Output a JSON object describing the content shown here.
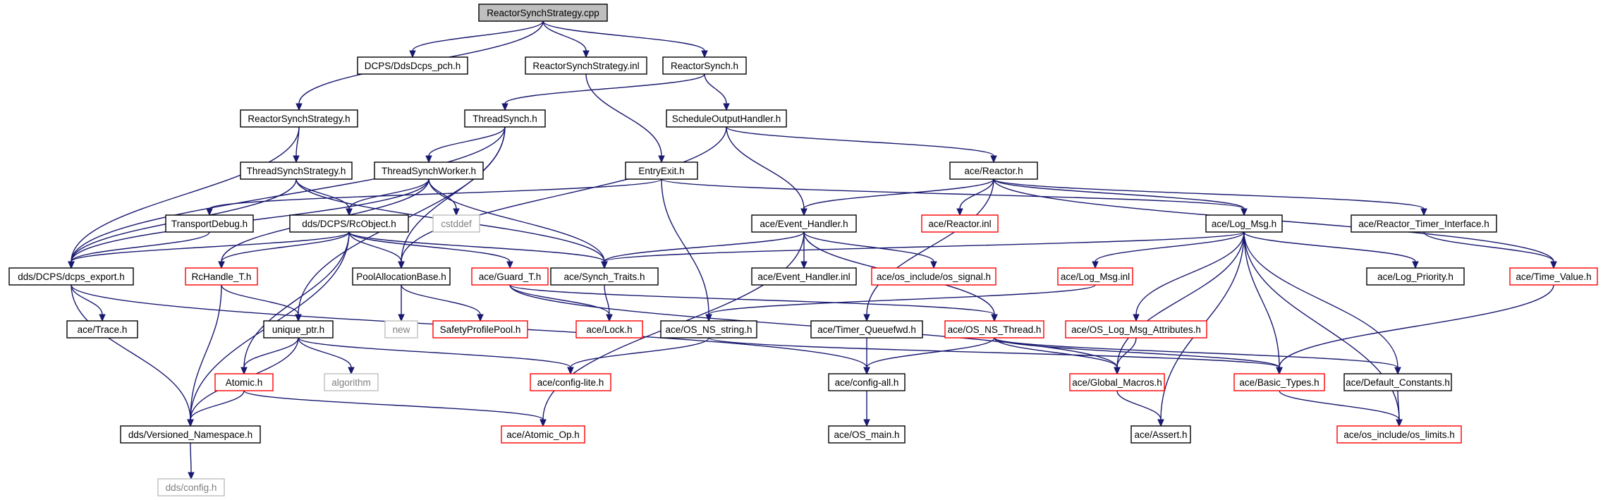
{
  "diagram": {
    "colors": {
      "edge": "#191970",
      "root_fill": "#bfbfbf",
      "default_border": "#000000",
      "truncated_border": "#ff0000",
      "external_border": "#bfbfbf",
      "external_text": "#808080"
    },
    "nodes": [
      {
        "id": "n0",
        "label": "ReactorSynchStrategy.cpp",
        "kind": "root"
      },
      {
        "id": "n1",
        "label": "DCPS/DdsDcps_pch.h",
        "kind": "default"
      },
      {
        "id": "n2",
        "label": "ReactorSynchStrategy.inl",
        "kind": "default"
      },
      {
        "id": "n3",
        "label": "ReactorSynch.h",
        "kind": "default"
      },
      {
        "id": "n4",
        "label": "ReactorSynchStrategy.h",
        "kind": "default"
      },
      {
        "id": "n5",
        "label": "ThreadSynch.h",
        "kind": "default"
      },
      {
        "id": "n6",
        "label": "ScheduleOutputHandler.h",
        "kind": "default"
      },
      {
        "id": "n7",
        "label": "ThreadSynchStrategy.h",
        "kind": "default"
      },
      {
        "id": "n8",
        "label": "ThreadSynchWorker.h",
        "kind": "default"
      },
      {
        "id": "n9",
        "label": "EntryExit.h",
        "kind": "default"
      },
      {
        "id": "n10",
        "label": "ace/Reactor.h",
        "kind": "default"
      },
      {
        "id": "n11",
        "label": "TransportDebug.h",
        "kind": "default"
      },
      {
        "id": "n12",
        "label": "dds/DCPS/RcObject.h",
        "kind": "default"
      },
      {
        "id": "n13",
        "label": "cstddef",
        "kind": "external"
      },
      {
        "id": "n14",
        "label": "ace/Event_Handler.h",
        "kind": "default"
      },
      {
        "id": "n15",
        "label": "ace/Reactor.inl",
        "kind": "truncated"
      },
      {
        "id": "n16",
        "label": "ace/Log_Msg.h",
        "kind": "default"
      },
      {
        "id": "n17",
        "label": "ace/Reactor_Timer_Interface.h",
        "kind": "default"
      },
      {
        "id": "n18",
        "label": "dds/DCPS/dcps_export.h",
        "kind": "default"
      },
      {
        "id": "n19",
        "label": "RcHandle_T.h",
        "kind": "truncated"
      },
      {
        "id": "n20",
        "label": "PoolAllocationBase.h",
        "kind": "default"
      },
      {
        "id": "n21",
        "label": "ace/Guard_T.h",
        "kind": "truncated"
      },
      {
        "id": "n22",
        "label": "ace/Synch_Traits.h",
        "kind": "default"
      },
      {
        "id": "n23",
        "label": "ace/Event_Handler.inl",
        "kind": "default"
      },
      {
        "id": "n24",
        "label": "ace/os_include/os_signal.h",
        "kind": "truncated"
      },
      {
        "id": "n25",
        "label": "ace/Log_Msg.inl",
        "kind": "truncated"
      },
      {
        "id": "n26",
        "label": "ace/Log_Priority.h",
        "kind": "default"
      },
      {
        "id": "n27",
        "label": "ace/Time_Value.h",
        "kind": "truncated"
      },
      {
        "id": "n28",
        "label": "ace/Trace.h",
        "kind": "default"
      },
      {
        "id": "n29",
        "label": "unique_ptr.h",
        "kind": "default"
      },
      {
        "id": "n30",
        "label": "new",
        "kind": "external"
      },
      {
        "id": "n31",
        "label": "SafetyProfilePool.h",
        "kind": "truncated"
      },
      {
        "id": "n32",
        "label": "ace/Lock.h",
        "kind": "truncated"
      },
      {
        "id": "n33",
        "label": "ace/OS_NS_string.h",
        "kind": "default"
      },
      {
        "id": "n34",
        "label": "ace/Timer_Queuefwd.h",
        "kind": "default"
      },
      {
        "id": "n35",
        "label": "ace/OS_NS_Thread.h",
        "kind": "truncated"
      },
      {
        "id": "n36",
        "label": "ace/OS_Log_Msg_Attributes.h",
        "kind": "truncated"
      },
      {
        "id": "n37",
        "label": "Atomic.h",
        "kind": "truncated"
      },
      {
        "id": "n38",
        "label": "algorithm",
        "kind": "external"
      },
      {
        "id": "n39",
        "label": "ace/config-lite.h",
        "kind": "truncated"
      },
      {
        "id": "n40",
        "label": "ace/config-all.h",
        "kind": "default"
      },
      {
        "id": "n41",
        "label": "ace/Global_Macros.h",
        "kind": "truncated"
      },
      {
        "id": "n42",
        "label": "ace/Basic_Types.h",
        "kind": "truncated"
      },
      {
        "id": "n43",
        "label": "ace/Default_Constants.h",
        "kind": "default"
      },
      {
        "id": "n44",
        "label": "dds/Versioned_Namespace.h",
        "kind": "default"
      },
      {
        "id": "n45",
        "label": "ace/Atomic_Op.h",
        "kind": "truncated"
      },
      {
        "id": "n46",
        "label": "ace/OS_main.h",
        "kind": "default"
      },
      {
        "id": "n47",
        "label": "ace/Assert.h",
        "kind": "default"
      },
      {
        "id": "n48",
        "label": "ace/os_include/os_limits.h",
        "kind": "truncated"
      },
      {
        "id": "n49",
        "label": "dds/config.h",
        "kind": "external"
      }
    ],
    "edges": [
      [
        "n0",
        "n1"
      ],
      [
        "n0",
        "n2"
      ],
      [
        "n0",
        "n3"
      ],
      [
        "n0",
        "n4"
      ],
      [
        "n3",
        "n5"
      ],
      [
        "n3",
        "n6"
      ],
      [
        "n2",
        "n9"
      ],
      [
        "n4",
        "n7"
      ],
      [
        "n4",
        "n18"
      ],
      [
        "n5",
        "n8"
      ],
      [
        "n5",
        "n18"
      ],
      [
        "n5",
        "n20"
      ],
      [
        "n5",
        "n29"
      ],
      [
        "n6",
        "n10"
      ],
      [
        "n6",
        "n14"
      ],
      [
        "n6",
        "n20"
      ],
      [
        "n7",
        "n12"
      ],
      [
        "n7",
        "n22"
      ],
      [
        "n7",
        "n18"
      ],
      [
        "n8",
        "n12"
      ],
      [
        "n8",
        "n13"
      ],
      [
        "n8",
        "n22"
      ],
      [
        "n8",
        "n19"
      ],
      [
        "n8",
        "n18"
      ],
      [
        "n9",
        "n11"
      ],
      [
        "n9",
        "n16"
      ],
      [
        "n9",
        "n33"
      ],
      [
        "n10",
        "n14"
      ],
      [
        "n10",
        "n15"
      ],
      [
        "n10",
        "n16"
      ],
      [
        "n10",
        "n17"
      ],
      [
        "n10",
        "n27"
      ],
      [
        "n10",
        "n34"
      ],
      [
        "n11",
        "n18"
      ],
      [
        "n12",
        "n18"
      ],
      [
        "n12",
        "n19"
      ],
      [
        "n12",
        "n20"
      ],
      [
        "n12",
        "n21"
      ],
      [
        "n12",
        "n22"
      ],
      [
        "n12",
        "n37"
      ],
      [
        "n12",
        "n44"
      ],
      [
        "n14",
        "n22"
      ],
      [
        "n14",
        "n23"
      ],
      [
        "n14",
        "n24"
      ],
      [
        "n14",
        "n35"
      ],
      [
        "n14",
        "n45"
      ],
      [
        "n16",
        "n22"
      ],
      [
        "n16",
        "n25"
      ],
      [
        "n16",
        "n26"
      ],
      [
        "n16",
        "n36"
      ],
      [
        "n16",
        "n41"
      ],
      [
        "n16",
        "n42"
      ],
      [
        "n16",
        "n43"
      ],
      [
        "n16",
        "n47"
      ],
      [
        "n16",
        "n48"
      ],
      [
        "n17",
        "n27"
      ],
      [
        "n18",
        "n28"
      ],
      [
        "n18",
        "n40"
      ],
      [
        "n18",
        "n44"
      ],
      [
        "n19",
        "n29"
      ],
      [
        "n19",
        "n44"
      ],
      [
        "n20",
        "n30"
      ],
      [
        "n20",
        "n31"
      ],
      [
        "n21",
        "n32"
      ],
      [
        "n21",
        "n35"
      ],
      [
        "n21",
        "n41"
      ],
      [
        "n22",
        "n32"
      ],
      [
        "n25",
        "n33"
      ],
      [
        "n27",
        "n42"
      ],
      [
        "n29",
        "n37"
      ],
      [
        "n29",
        "n38"
      ],
      [
        "n29",
        "n39"
      ],
      [
        "n29",
        "n44"
      ],
      [
        "n33",
        "n39"
      ],
      [
        "n33",
        "n42"
      ],
      [
        "n34",
        "n40"
      ],
      [
        "n35",
        "n40"
      ],
      [
        "n35",
        "n41"
      ],
      [
        "n35",
        "n42"
      ],
      [
        "n35",
        "n43"
      ],
      [
        "n36",
        "n41"
      ],
      [
        "n37",
        "n44"
      ],
      [
        "n37",
        "n45"
      ],
      [
        "n40",
        "n46"
      ],
      [
        "n41",
        "n47"
      ],
      [
        "n42",
        "n48"
      ],
      [
        "n43",
        "n48"
      ],
      [
        "n44",
        "n49"
      ]
    ]
  }
}
